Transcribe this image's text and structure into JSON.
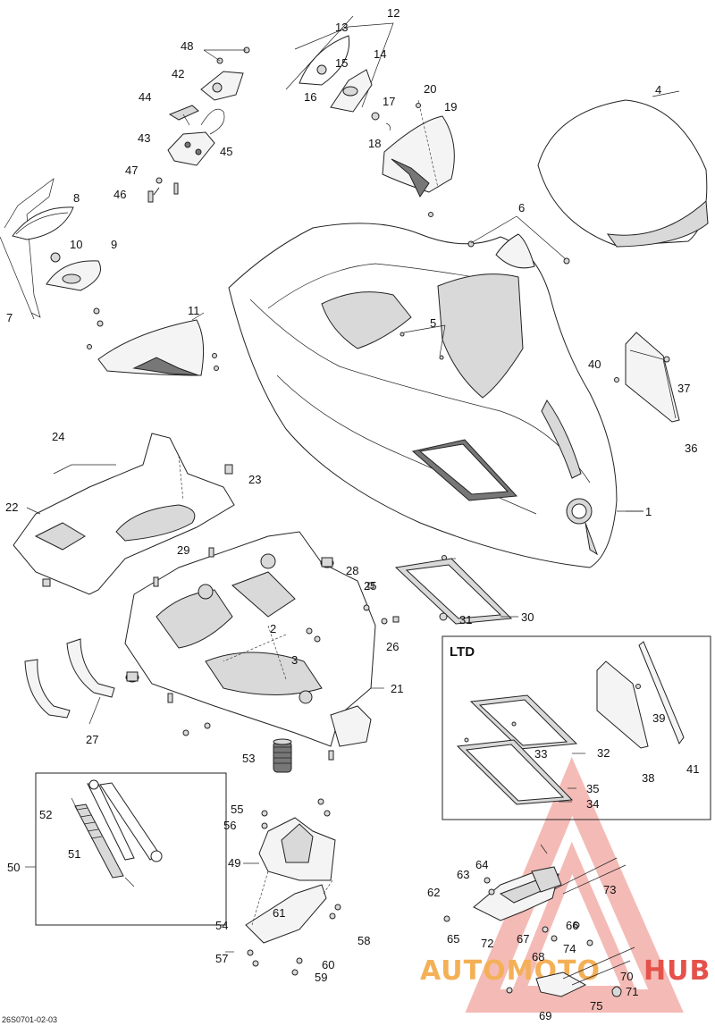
{
  "diagram": {
    "reference_code": "26S0701-02-03",
    "ltd_box_label": "LTD",
    "watermark": {
      "text_left": "AUTOMOTO",
      "text_right": "HUB",
      "colors": {
        "red": "#e0342b",
        "orange": "#f3a33a",
        "pale_red": "#f3b0aa"
      }
    },
    "callouts": [
      "1",
      "2",
      "3",
      "4",
      "5",
      "6",
      "7",
      "8",
      "9",
      "10",
      "11",
      "12",
      "13",
      "14",
      "15",
      "16",
      "17",
      "18",
      "19",
      "20",
      "21",
      "22",
      "23",
      "24",
      "25",
      "26",
      "27",
      "28",
      "29",
      "30",
      "31",
      "32",
      "33",
      "34",
      "35",
      "36",
      "37",
      "38",
      "39",
      "40",
      "41",
      "42",
      "43",
      "44",
      "45",
      "46",
      "47",
      "48",
      "49",
      "50",
      "51",
      "52",
      "53",
      "54",
      "55",
      "56",
      "57",
      "58",
      "59",
      "60",
      "61",
      "62",
      "63",
      "64",
      "65",
      "66",
      "67",
      "68",
      "69",
      "70",
      "71",
      "72",
      "73",
      "74",
      "75"
    ]
  }
}
